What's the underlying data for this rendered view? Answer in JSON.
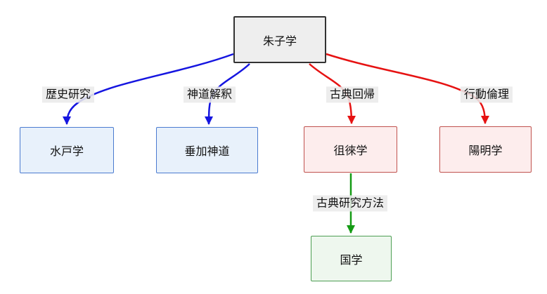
{
  "diagram": {
    "nodes": {
      "shushigaku": {
        "label": "朱子学",
        "style": "root",
        "border_color": "#333333",
        "fill_color": "#eeeeee"
      },
      "mitogaku": {
        "label": "水戸学",
        "style": "blue",
        "border_color": "#4a7bd0",
        "fill_color": "#e8f1fb"
      },
      "suika": {
        "label": "垂加神道",
        "style": "blue",
        "border_color": "#4a7bd0",
        "fill_color": "#e8f1fb"
      },
      "sorai": {
        "label": "徂徠学",
        "style": "red",
        "border_color": "#c0524e",
        "fill_color": "#fdeded"
      },
      "yomei": {
        "label": "陽明学",
        "style": "red",
        "border_color": "#c0524e",
        "fill_color": "#fdeded"
      },
      "kokugaku": {
        "label": "国学",
        "style": "green",
        "border_color": "#4d9e53",
        "fill_color": "#eef7ee"
      }
    },
    "edges": [
      {
        "from": "shushigaku",
        "to": "mitogaku",
        "label": "歴史研究",
        "color": "#1515e0"
      },
      {
        "from": "shushigaku",
        "to": "suika",
        "label": "神道解釈",
        "color": "#1515e0"
      },
      {
        "from": "shushigaku",
        "to": "sorai",
        "label": "古典回帰",
        "color": "#e61212"
      },
      {
        "from": "shushigaku",
        "to": "yomei",
        "label": "行動倫理",
        "color": "#e61212"
      },
      {
        "from": "sorai",
        "to": "kokugaku",
        "label": "古典研究方法",
        "color": "#149b14"
      }
    ],
    "colors": {
      "edge_blue": "#1515e0",
      "edge_red": "#e61212",
      "edge_green": "#149b14",
      "edge_label_background": "#ebebeb",
      "text": "#111111",
      "background": "#ffffff"
    }
  }
}
